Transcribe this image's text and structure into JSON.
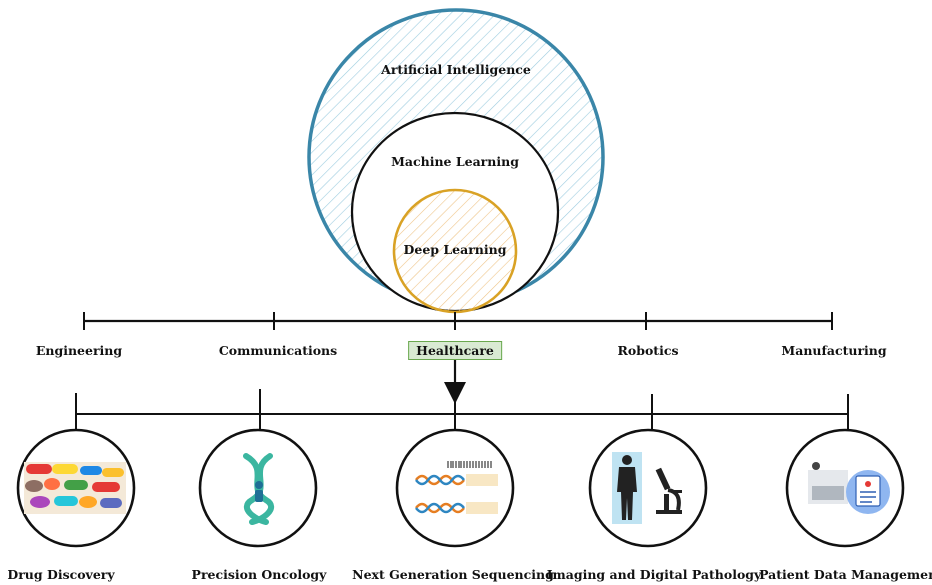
{
  "venn": {
    "outer": "Artificial Intelligence",
    "middle": "Machine Learning",
    "inner": "Deep Learning"
  },
  "fields": [
    "Engineering",
    "Communications",
    "Healthcare",
    "Robotics",
    "Manufacturing"
  ],
  "highlighted_field": "Healthcare",
  "applications": [
    {
      "label": "Drug Discovery",
      "icon": "pills-icon"
    },
    {
      "label": "Precision Oncology",
      "icon": "dna-person-icon"
    },
    {
      "label": "Next Generation Sequencing",
      "icon": "dna-sequence-icon"
    },
    {
      "label": "Imaging and Digital Pathology",
      "icon": "body-microscope-icon"
    },
    {
      "label": "Patient Data Management",
      "icon": "patient-record-icon"
    }
  ],
  "colors": {
    "ai_stroke": "#3a86a8",
    "ai_hatch": "#9ecde0",
    "dl_stroke": "#d9a225",
    "dl_hatch": "#efc58a",
    "line": "#111111",
    "highlight_fill": "#d9ead3",
    "highlight_border": "#6aa84f",
    "dna": "#3bb6a0"
  }
}
